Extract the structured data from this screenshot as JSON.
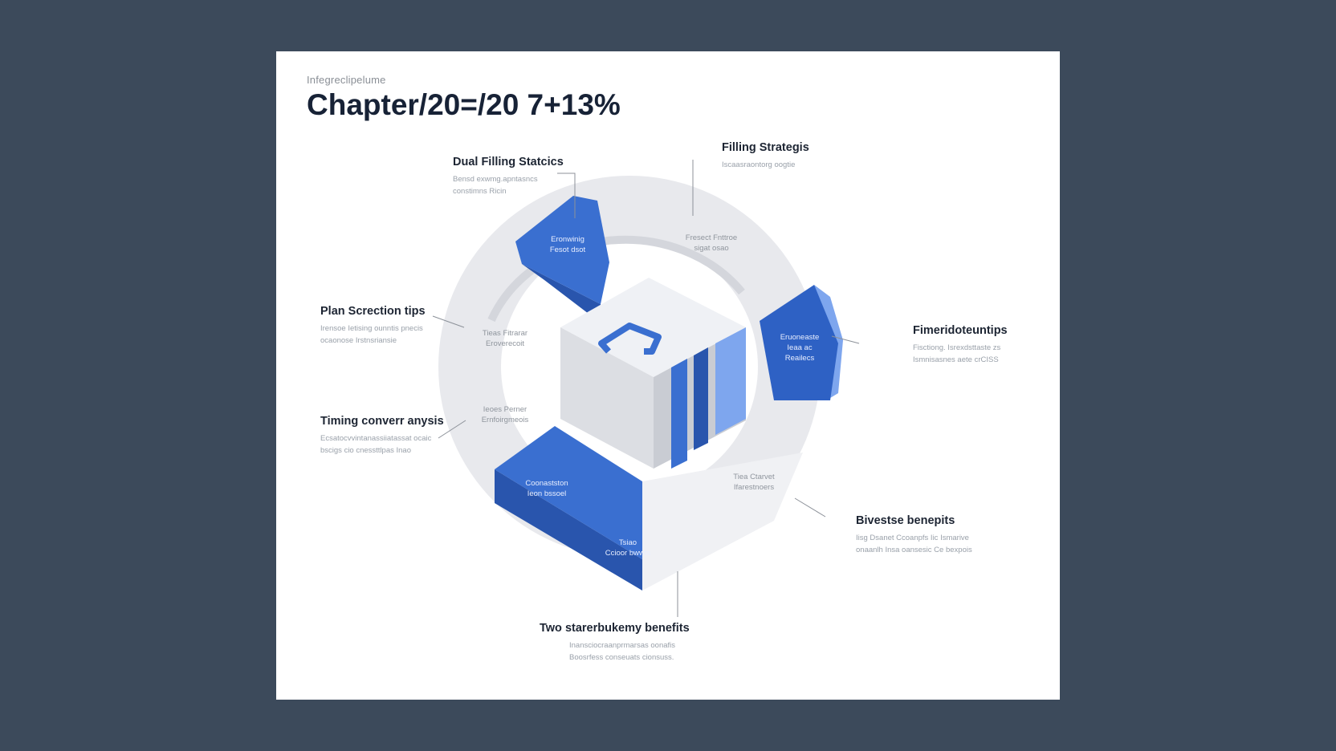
{
  "page": {
    "supertitle": "Infegreclipelume",
    "title": "Chapter/20=/20 7+13%"
  },
  "colors": {
    "background": "#3c4a5b",
    "slide": "#ffffff",
    "accent_blue": "#3a6fd0",
    "accent_blue_dark": "#2955ad",
    "accent_blue_light": "#7ea6ee",
    "ring_gray": "#e6e8ec",
    "title_text": "#172236"
  },
  "callouts": [
    {
      "id": "dual-filling",
      "title": "Dual Filling Statcics",
      "desc": [
        "Bensd exwmg.apntasncs",
        "constimns Ricin"
      ]
    },
    {
      "id": "filling-strategies",
      "title": "Filling Strategis",
      "desc": [
        "Iscaasraontorg oogtie"
      ]
    },
    {
      "id": "plan-screction",
      "title": "Plan Screction tips",
      "desc": [
        "Irensoe Ietising ounntis pnecis",
        "ocaonose Irstnsriansie"
      ]
    },
    {
      "id": "fimeride",
      "title": "Fimeridoteuntips",
      "desc": [
        "Fisctiong. Isrexdsttaste zs",
        "Ismnisasnes aete crCISS"
      ]
    },
    {
      "id": "timing",
      "title": "Timing converr anysis",
      "desc": [
        "Ecsatocvvintanassiiatassat ocaic",
        "bscigs cio cnessttlpas Inao"
      ]
    },
    {
      "id": "bivestse",
      "title": "Bivestse benepits",
      "desc": [
        "Iisg Dsanet Ccoanpfs Iic Ismarive",
        "onaanlh Insa oansesic Ce bexpois"
      ]
    },
    {
      "id": "two-stare",
      "title": "Two starerbukemy benefits",
      "desc": [
        "Inansciocraanprmarsas oonafis",
        "Boosrfess conseuats cionsuss."
      ]
    }
  ],
  "segments": [
    {
      "id": "seg-top-left",
      "text": [
        "Eronwinig",
        "Fesot dsot"
      ],
      "style": "blue"
    },
    {
      "id": "seg-top",
      "text": [
        "Fresect Fnttroe",
        "sigat osao"
      ],
      "style": "gray"
    },
    {
      "id": "seg-right",
      "text": [
        "Eruoneaste",
        "Ieaa ac",
        "Reailecs"
      ],
      "style": "blue"
    },
    {
      "id": "seg-left-upper",
      "text": [
        "Tieas Fitrarar",
        "Eroverecoit"
      ],
      "style": "gray"
    },
    {
      "id": "seg-left-lower",
      "text": [
        "Ieoes Perner",
        "Ernfoirgmeois"
      ],
      "style": "gray"
    },
    {
      "id": "seg-bottom-right",
      "text": [
        "Tiea Ctarvet",
        "Ifarestnoers"
      ],
      "style": "gray"
    },
    {
      "id": "seg-bottom-left",
      "text": [
        "Coonastston",
        "Ieon bssoel"
      ],
      "style": "blue"
    },
    {
      "id": "seg-bottom-center",
      "text": [
        "Tsiao",
        "Ccioor bwwts"
      ],
      "style": "blue"
    }
  ],
  "center_icon": "cube-logo-icon"
}
